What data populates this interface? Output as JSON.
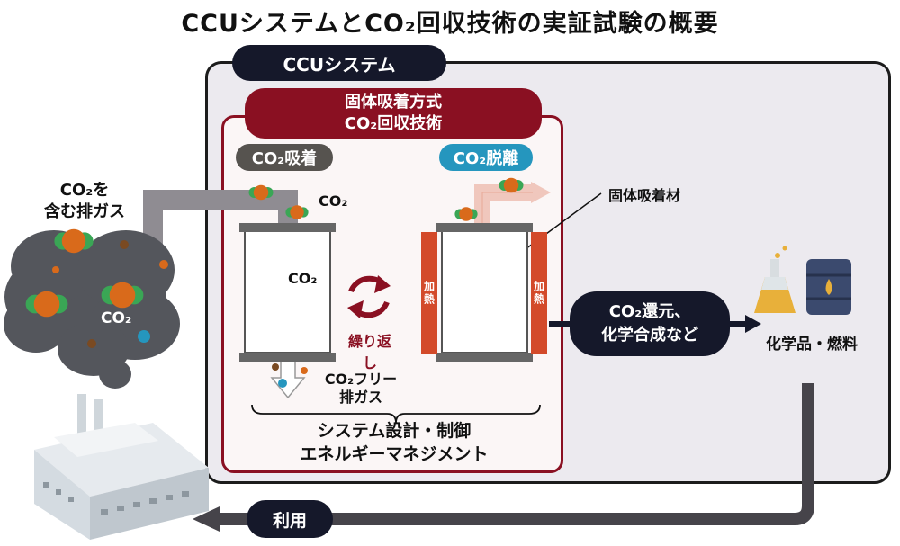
{
  "title": "CCUシステムとCO₂回収技術の実証試験の概要",
  "ccu_label": "CCUシステム",
  "tech_label_line1": "固体吸着方式",
  "tech_label_line2": "CO₂回収技術",
  "adsorption_label": "CO₂吸着",
  "desorption_label": "CO₂脱離",
  "exhaust_label_line1": "CO₂を",
  "exhaust_label_line2": "含む排ガス",
  "co2_small_label": "CO₂",
  "co2_cloud_label": "CO₂",
  "co2_column_label": "CO₂",
  "solid_adsorbent_label": "固体吸着材",
  "heater_label": "加熱",
  "repeat_label": "繰り返し",
  "co2_free_line1": "CO₂フリー",
  "co2_free_line2": "排ガス",
  "system_design_line1": "システム設計・制御",
  "system_design_line2": "エネルギーマネジメント",
  "reduction_line1": "CO₂還元、",
  "reduction_line2": "化学合成など",
  "products_label": "化学品・燃料",
  "use_label": "利用",
  "colors": {
    "navy": "#15182a",
    "crimson": "#8a1022",
    "teal": "#2596be",
    "co2_orange": "#d96a1b",
    "co2_green": "#3aa655"
  }
}
